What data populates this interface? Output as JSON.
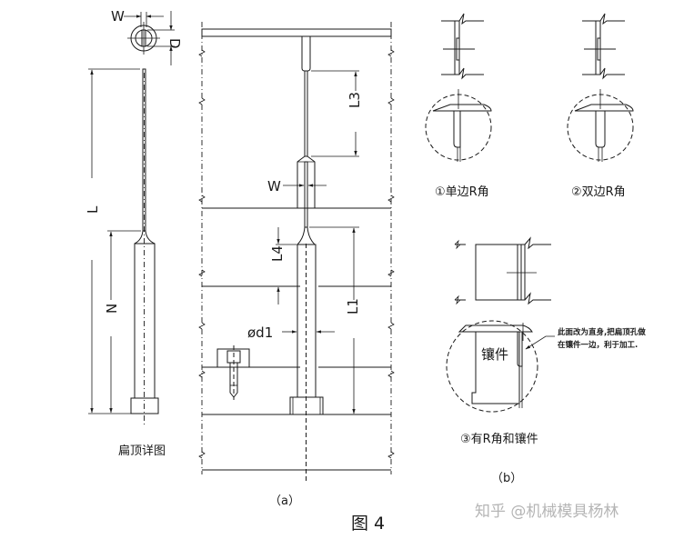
{
  "figure": {
    "title": "图 4",
    "watermark": "知乎 @机械模具杨林"
  },
  "detail_view": {
    "caption": "扁顶详图",
    "labels": {
      "width": "W",
      "depth": "D",
      "total_length": "L",
      "shank_length": "N"
    }
  },
  "assembly_view": {
    "caption": "（a）",
    "labels": {
      "rib_length": "L3",
      "width": "W",
      "transition_length": "L4",
      "diameter": "ød1",
      "body_length": "L1"
    }
  },
  "variants_view": {
    "caption": "（b）",
    "variants": [
      {
        "caption": "①单边R角"
      },
      {
        "caption": "②双边R角"
      },
      {
        "caption": "③有R角和镶件",
        "insert_label": "镶件"
      }
    ],
    "note_lines": [
      "此面改为直身,把扁顶孔做",
      "在镶件一边，利于加工."
    ]
  },
  "colors": {
    "line": "#1a1a1a",
    "watermark": "#b5b5b5",
    "background": "#ffffff"
  }
}
